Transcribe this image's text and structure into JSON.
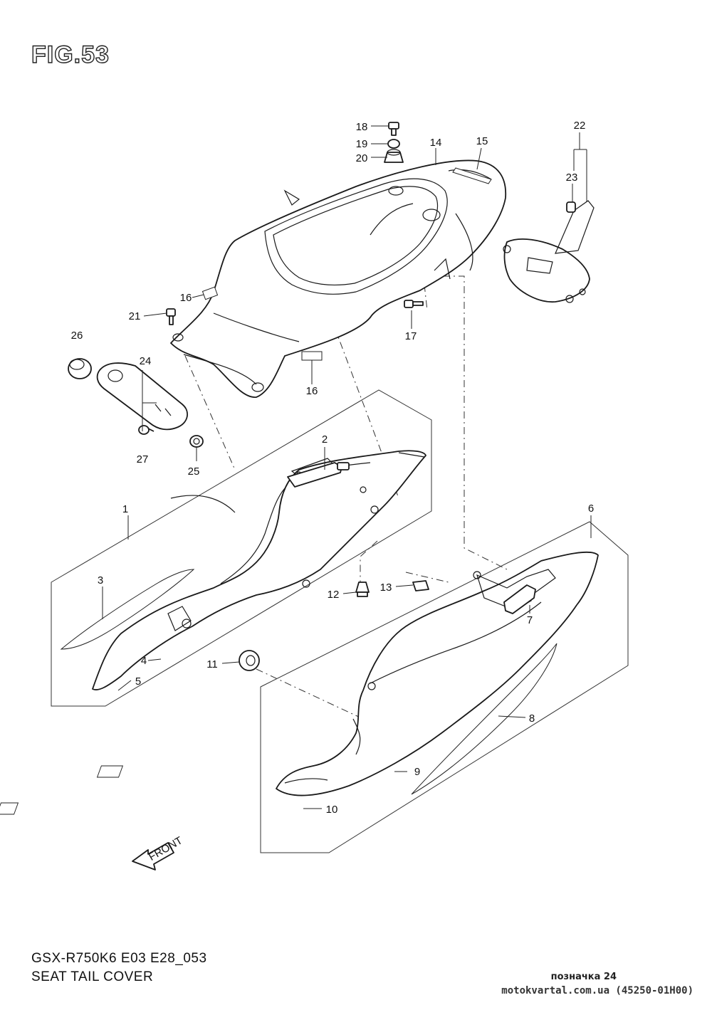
{
  "figure_title": "FIG.53",
  "footer": {
    "model_code": "GSX-R750K6 E03 E28_053",
    "section_name": "SEAT TAIL COVER"
  },
  "reference_label": "позначка 24",
  "site_label": "motokvartal.com.ua (45250-01H00)",
  "front_arrow_text": "FRONT",
  "part_numbers": [
    "1",
    "2",
    "3",
    "4",
    "5",
    "6",
    "7",
    "8",
    "9",
    "10",
    "11",
    "12",
    "13",
    "14",
    "15",
    "16",
    "16",
    "17",
    "18",
    "19",
    "20",
    "21",
    "22",
    "23",
    "24",
    "25",
    "26",
    "27"
  ]
}
